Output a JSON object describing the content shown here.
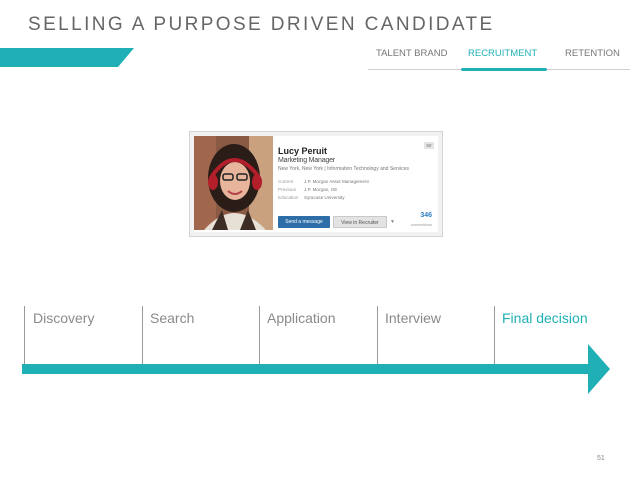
{
  "slide": {
    "title": "SELLING A PURPOSE DRIVEN CANDIDATE",
    "page_number": "51",
    "accent_color": "#1fb0b6"
  },
  "tabs": [
    {
      "label": "TALENT BRAND",
      "active": false
    },
    {
      "label": "RECRUITMENT",
      "active": true
    },
    {
      "label": "RETENTION",
      "active": false
    }
  ],
  "profile": {
    "name": "Lucy Peruit",
    "headline": "Marketing Manager",
    "location": "New York, New York | Information Technology and Services",
    "details": [
      {
        "label": "Current",
        "value": "J.P. Morgan Asset Management"
      },
      {
        "label": "Previous",
        "value": "J.P. Morgan, GE"
      },
      {
        "label": "Education",
        "value": "Syracuse University"
      }
    ],
    "badge": "3rr",
    "send_button": "Send a message",
    "view_button": "View in Recruiter",
    "connections_count": "346",
    "connections_label": "connections"
  },
  "stages": [
    "Discovery",
    "Search",
    "Application",
    "Interview",
    "Final decision"
  ]
}
